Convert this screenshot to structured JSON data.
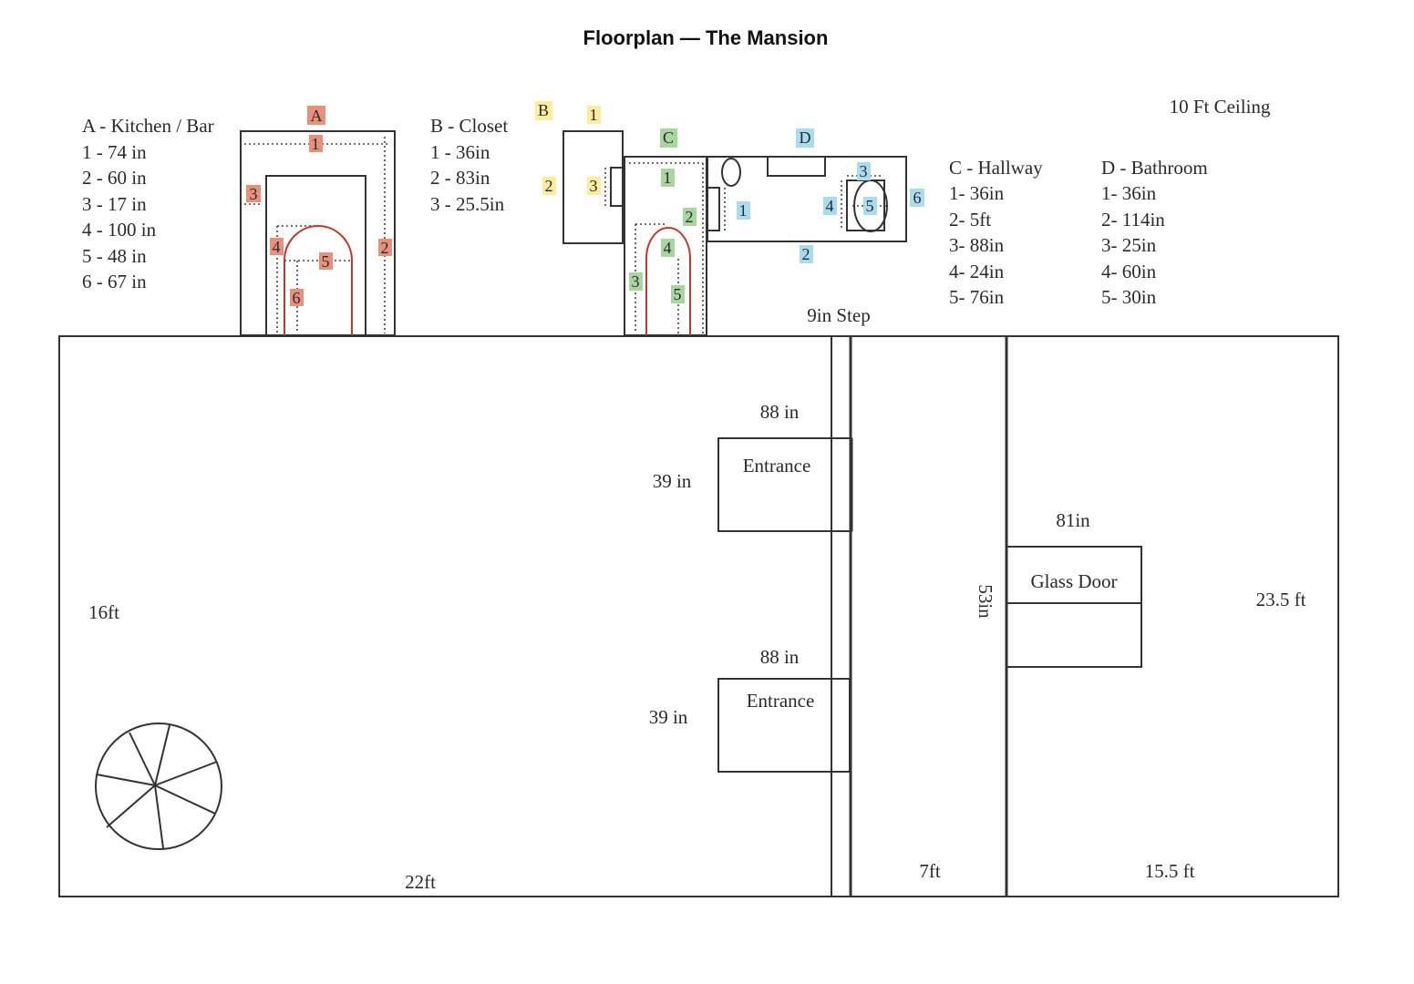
{
  "title": "Floorplan — The Mansion",
  "ceiling": "10 Ft Ceiling",
  "colors": {
    "room_a": "#e8907c",
    "room_b": "#fbec9e",
    "room_c": "#a9d6a0",
    "room_d": "#a9dcf1",
    "arch": "#c0392b",
    "wall": "#333333"
  },
  "legends": {
    "a": {
      "heading": "A - Kitchen / Bar",
      "items": [
        "1 - 74 in",
        "2 - 60 in",
        "3 - 17 in",
        "4 - 100 in",
        "5 - 48 in",
        "6 - 67 in"
      ]
    },
    "b": {
      "heading": "B - Closet",
      "items": [
        "1 - 36in",
        "2 - 83in",
        "3 - 25.5in"
      ]
    },
    "c": {
      "heading": "C - Hallway",
      "items": [
        "1- 36in",
        "2- 5ft",
        "3- 88in",
        "4- 24in",
        "5- 76in"
      ]
    },
    "d": {
      "heading": "D - Bathroom",
      "items": [
        "1- 36in",
        "2- 114in",
        "3- 25in",
        "4- 60in",
        "5- 30in"
      ]
    }
  },
  "room_tags": {
    "a": {
      "letter": "A",
      "marks": [
        "1",
        "2",
        "3",
        "4",
        "5",
        "6"
      ]
    },
    "b": {
      "letter": "B",
      "marks": [
        "1",
        "2",
        "3"
      ]
    },
    "c": {
      "letter": "C",
      "marks": [
        "1",
        "2",
        "3",
        "4",
        "5"
      ]
    },
    "d": {
      "letter": "D",
      "marks": [
        "1",
        "2",
        "3",
        "4",
        "5",
        "6"
      ]
    }
  },
  "dimensions": {
    "step": "9in Step",
    "entrance_top_width": "88 in",
    "entrance_top_depth": "39 in",
    "entrance_bottom_width": "88 in",
    "entrance_bottom_depth": "39 in",
    "main_height": "16ft",
    "main_width": "22ft",
    "middle_width": "7ft",
    "glass_door_height": "53in",
    "glass_door_width": "81in",
    "right_width": "15.5 ft",
    "right_height": "23.5 ft"
  },
  "labels": {
    "entrance": "Entrance",
    "glass_door": "Glass Door"
  }
}
